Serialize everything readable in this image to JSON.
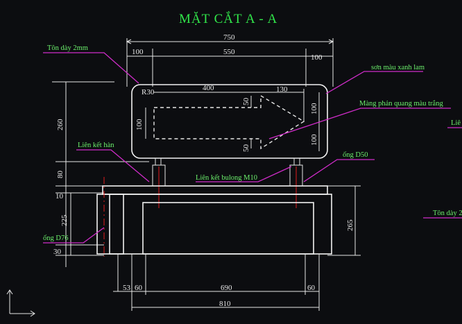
{
  "title": "MẶT CẮT A - A",
  "notes": {
    "sheet_thickness": "Tôn dày 2mm",
    "paint": "sơn màu xanh lam",
    "reflective_film": "Màng phản quang màu trắng",
    "weld_joint": "Liên kết hàn",
    "bolt_joint": "Liên kết bulong M10",
    "pipe_d50": "ống D50",
    "pipe_d76": "ống D76",
    "right_cut_label": "Liê",
    "right_sheet_label": "Tôn dày 2"
  },
  "dims": {
    "top_total": "750",
    "top_left": "100",
    "top_mid": "550",
    "top_right": "100",
    "radius": "R30",
    "inner_400": "400",
    "inner_130": "130",
    "v_50_top": "50",
    "v_50_bot": "50",
    "v_100_left": "100",
    "v_100_right_top": "100",
    "v_100_right_bot": "100",
    "left_260": "260",
    "left_80": "80",
    "left_10": "10",
    "left_225": "225",
    "left_30": "30",
    "right_265": "265",
    "bot_53": "53",
    "bot_60": "60",
    "bot_690": "690",
    "bot_60b": "60",
    "bot_810": "810"
  },
  "colors": {
    "background": "#0c0d10",
    "title_green": "#31e64a",
    "note_green": "#6cf06c",
    "leader_magenta": "#d02cc9",
    "center_red": "#e21c1c"
  }
}
